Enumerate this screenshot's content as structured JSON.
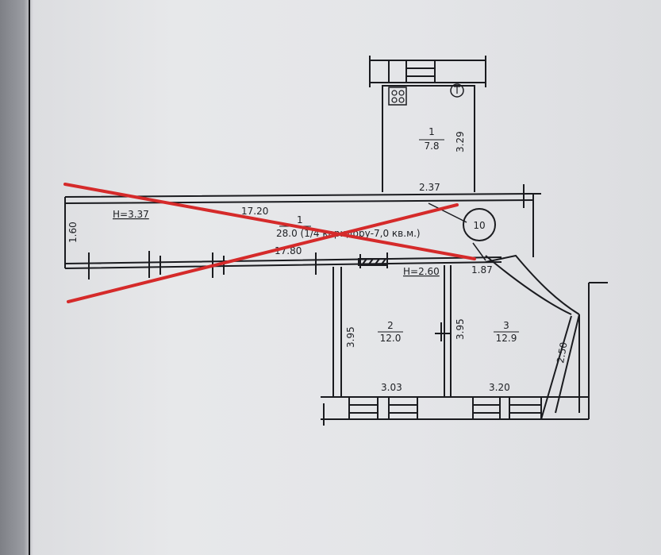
{
  "rooms": [
    {
      "number": "1",
      "area": "7.8"
    },
    {
      "number": "2",
      "area": "12.0"
    },
    {
      "number": "3",
      "area": "12.9"
    }
  ],
  "corridor": {
    "number": "1",
    "label": "28.0 (1/4 коридору-7,0 кв.м.)"
  },
  "heights": {
    "corridor": "H=3.37",
    "rooms": "H=2.60"
  },
  "dimensions": {
    "kitchen_height": "3.29",
    "kitchen_width": "2.37",
    "corridor_top_length": "17.20",
    "corridor_width": "1.60",
    "corridor_bottom_length": "17.80",
    "room2_height": "3.95",
    "room3_height": "3.95",
    "room2_width": "3.03",
    "room3_width": "3.20",
    "passage_width": "1.87",
    "room3_diag": "2.50"
  },
  "unit_marker": "10",
  "colors": {
    "wall": "#1a1b1f",
    "cross_out": "#d52a2a",
    "paper": "#e6e7e9"
  }
}
